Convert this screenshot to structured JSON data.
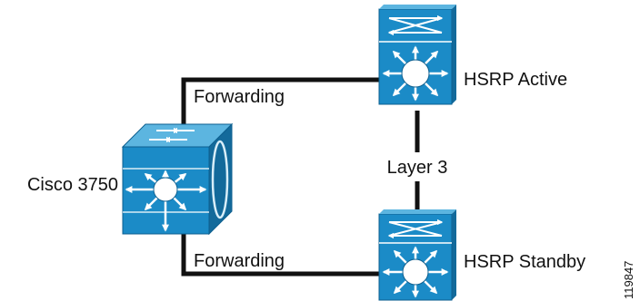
{
  "colors": {
    "device_face": "#1b8bc7",
    "device_side": "#136a9b",
    "device_top": "#5cb5e0",
    "link": "#111111",
    "arrow": "#ffffff"
  },
  "nodes": {
    "access_switch": {
      "label": "Cisco 3750",
      "icon": "stack-switch-icon"
    },
    "hsrp_active": {
      "label": "HSRP Active",
      "icon": "multilayer-switch-icon"
    },
    "hsrp_standby": {
      "label": "HSRP Standby",
      "icon": "multilayer-switch-icon"
    }
  },
  "links": [
    {
      "from": "access_switch",
      "to": "hsrp_active",
      "label": "Forwarding"
    },
    {
      "from": "access_switch",
      "to": "hsrp_standby",
      "label": "Forwarding"
    },
    {
      "from": "hsrp_active",
      "to": "hsrp_standby",
      "label": "Layer 3"
    }
  ],
  "figure_id": "119847"
}
